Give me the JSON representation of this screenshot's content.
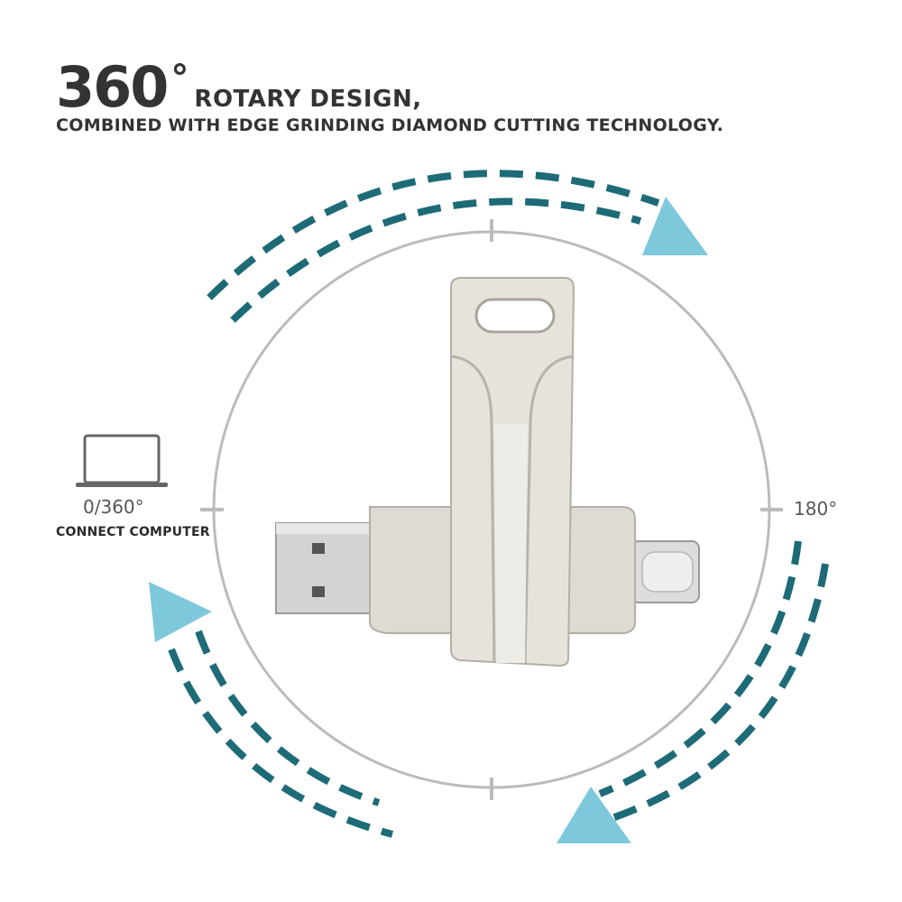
{
  "headline": {
    "number": "360",
    "degree_symbol": "°",
    "rest": "ROTARY DESIGN,"
  },
  "subline": "COMBINED WITH EDGE GRINDING DIAMOND CUTTING TECHNOLOGY.",
  "labels": {
    "left_degree": "0/360°",
    "left_caption": "CONNECT COMPUTER",
    "right_degree": "180°"
  },
  "colors": {
    "arc_dash": "#1e6b78",
    "arrow_head": "#7ec8dc",
    "circle": "#bbbbbb",
    "metal_light": "#e9e7e1",
    "metal_mid": "#d8d5ce",
    "metal_dark": "#b8b4ac",
    "text": "#333333"
  },
  "icons": {
    "computer": "laptop-icon",
    "drive": "usb-flash-drive-icon"
  }
}
